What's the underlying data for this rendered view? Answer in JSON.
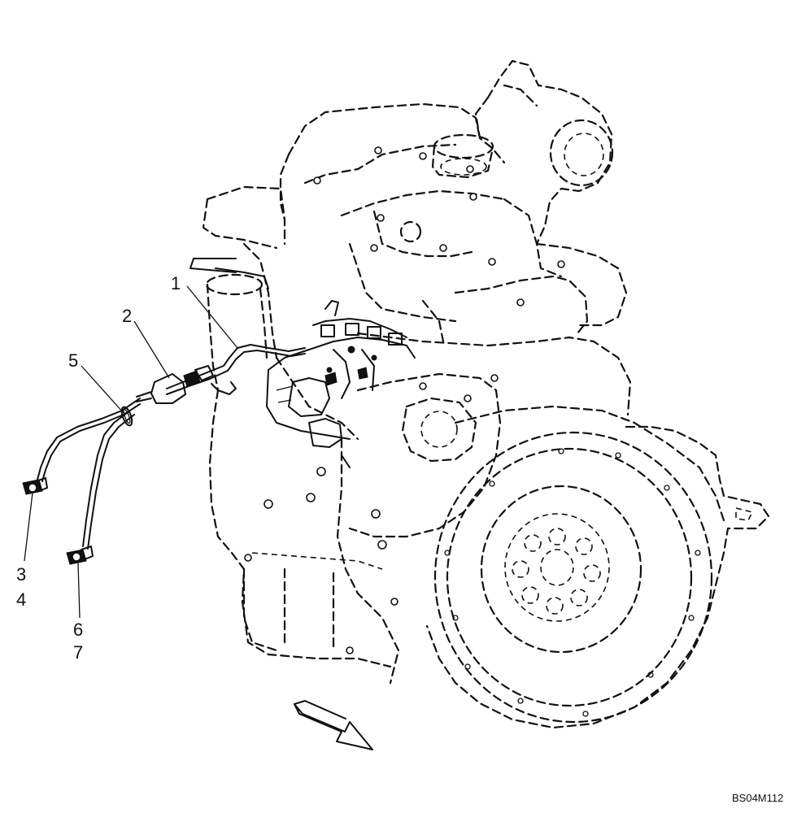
{
  "diagram": {
    "callouts": [
      {
        "id": "c1",
        "label": "1"
      },
      {
        "id": "c2",
        "label": "2"
      },
      {
        "id": "c3",
        "label": "3"
      },
      {
        "id": "c4",
        "label": "4"
      },
      {
        "id": "c5",
        "label": "5"
      },
      {
        "id": "c6",
        "label": "6"
      },
      {
        "id": "c7",
        "label": "7"
      }
    ],
    "figure_code": "BS04M112"
  }
}
